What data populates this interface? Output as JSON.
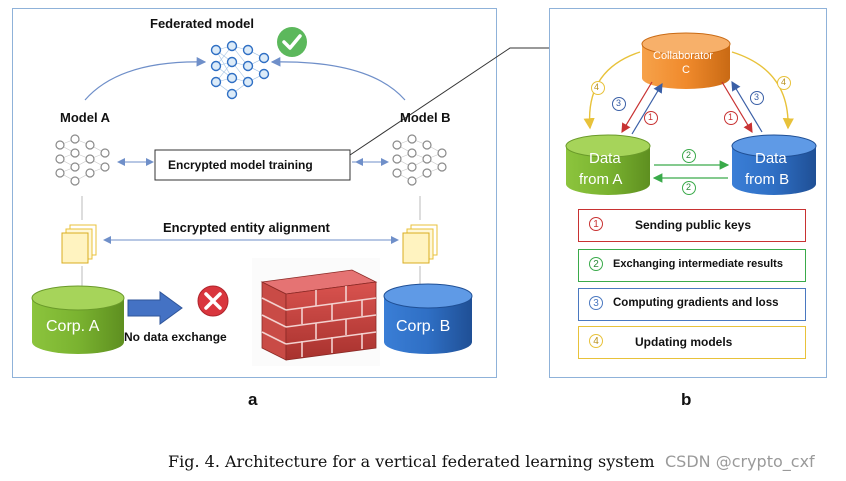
{
  "panel_a": {
    "title": "Federated model",
    "model_a": "Model A",
    "model_b": "Model B",
    "training": "Encrypted model training",
    "alignment": "Encrypted entity alignment",
    "corp_a": "Corp. A",
    "corp_b": "Corp. B",
    "no_exchange": "No data exchange",
    "label": "a"
  },
  "panel_b": {
    "collaborator_line1": "Collaborator",
    "collaborator_line2": "C",
    "data_a_line1": "Data",
    "data_a_line2": "from A",
    "data_b_line1": "Data",
    "data_b_line2": "from B",
    "step_marks": [
      "1",
      "2",
      "3",
      "4"
    ],
    "legend": [
      {
        "num": "1",
        "text": "Sending public keys",
        "color": "#c83232"
      },
      {
        "num": "2",
        "text": "Exchanging  intermediate results",
        "color": "#3aaa4a"
      },
      {
        "num": "3",
        "text": "Computing gradients and loss",
        "color": "#4a78c0"
      },
      {
        "num": "4",
        "text": "Updating models",
        "color": "#e8c23a"
      }
    ],
    "label": "b"
  },
  "caption": "Fig. 4.  Architecture for a vertical federated learning system",
  "watermark": "CSDN @crypto_cxf",
  "colors": {
    "green_cyl": "#7fb73a",
    "blue_cyl": "#2f6fc4",
    "orange_cyl": "#f08a2c",
    "arrow_blue": "#4472c4",
    "check_green": "#5cb85c",
    "cross_red": "#d9363e"
  }
}
